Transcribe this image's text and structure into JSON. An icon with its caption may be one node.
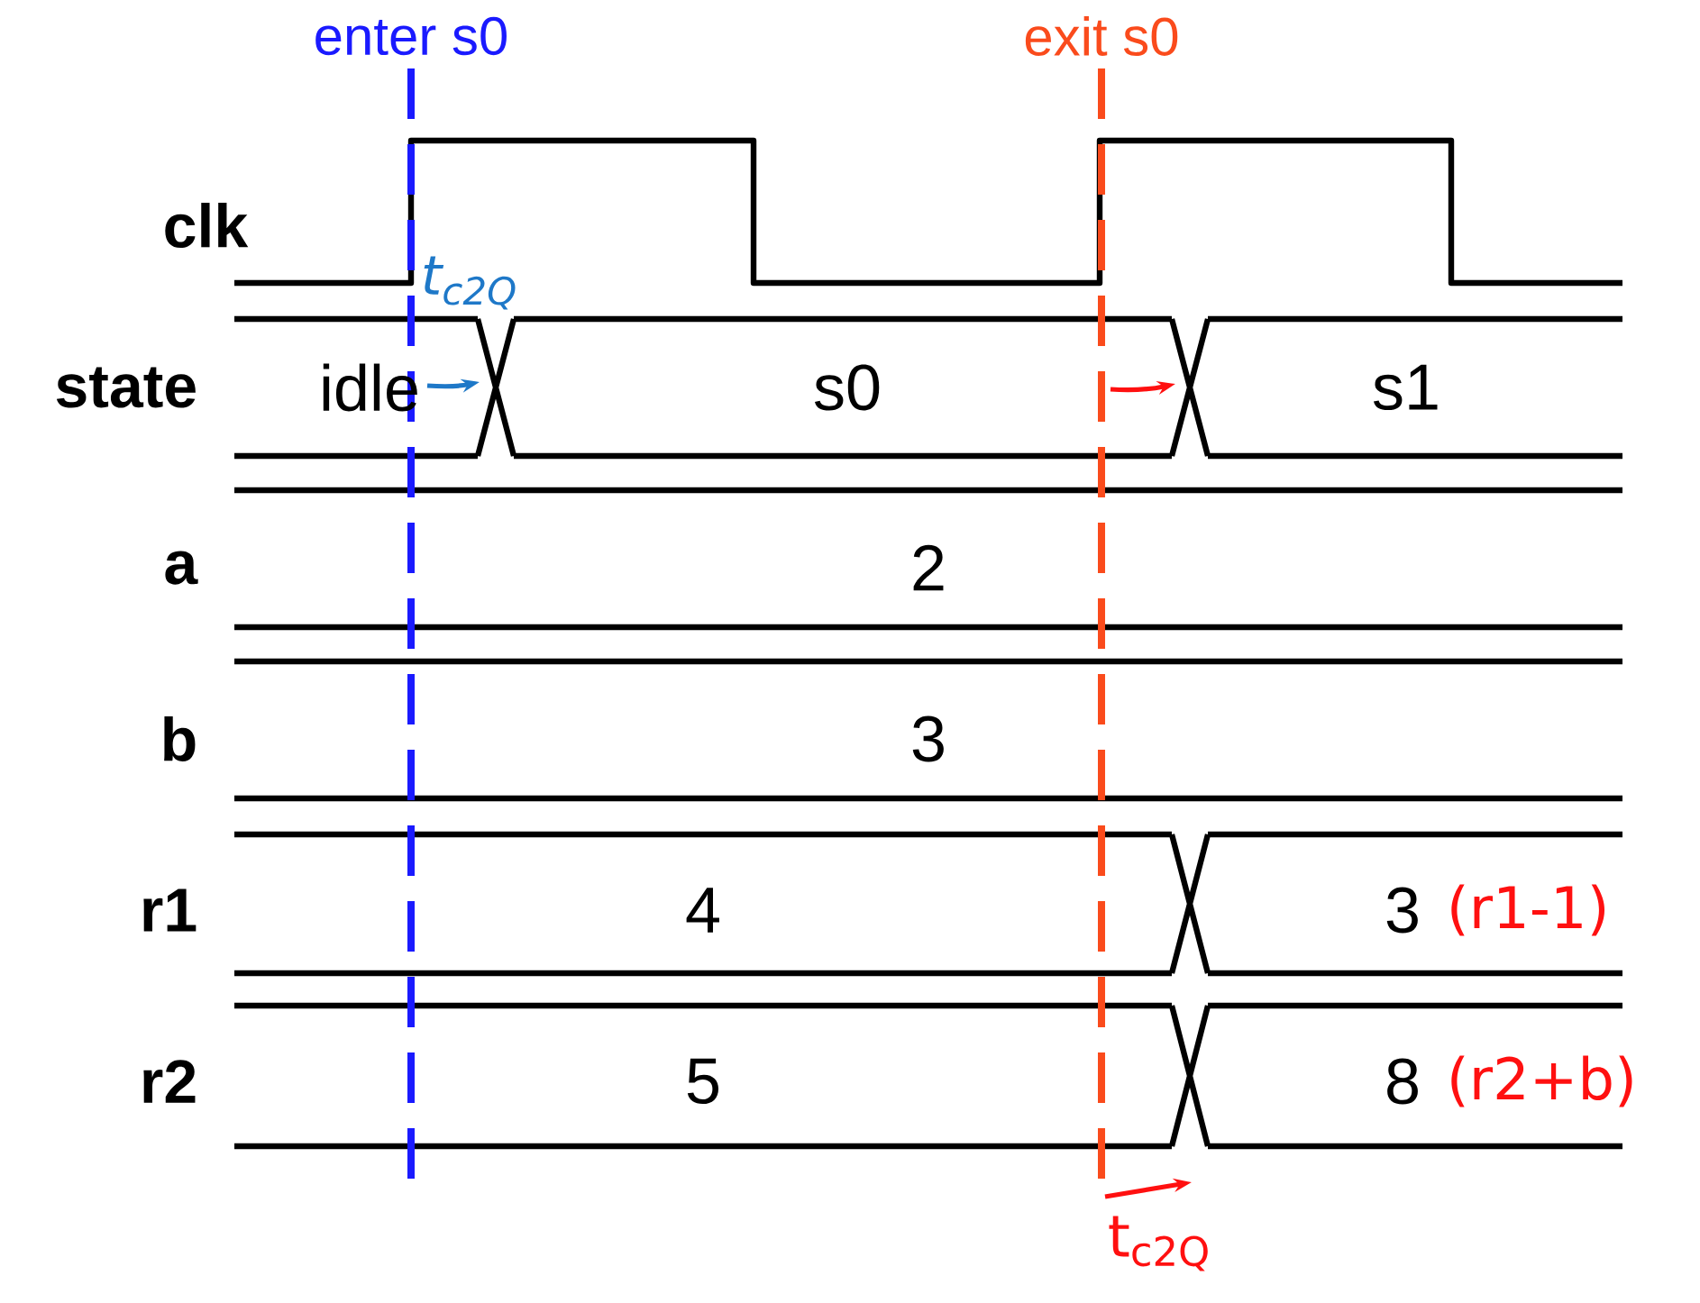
{
  "diagram": {
    "labels": [
      "enter s0",
      "exit s0",
      "clk",
      "t$_{c2Q}$",
      "state",
      "idle",
      "s0",
      "s1",
      "a",
      "2",
      "b",
      "3",
      "r1",
      "4",
      "3",
      "(r1-1)",
      "r2",
      "5",
      "8",
      "(r2+b)",
      "t$_{c2Q}$"
    ]
  }
}
